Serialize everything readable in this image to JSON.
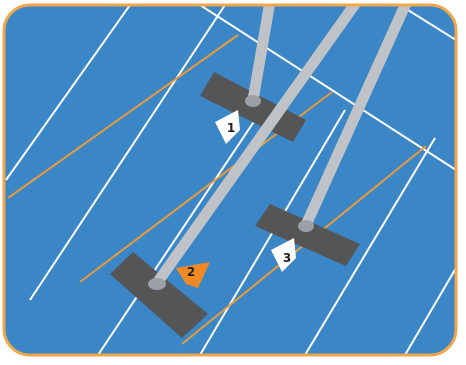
{
  "colors": {
    "field": "#3a86c6",
    "frame": "#f0a64a",
    "lane_white": "#ffffff",
    "lane_orange": "#e89a3a",
    "pad": "#555555",
    "pole": "#bfc3c7",
    "arrow_white": "#ffffff",
    "arrow_orange": "#f08a24",
    "label_text": "#222222"
  },
  "markers": [
    {
      "label": "1",
      "arrow_style": "white",
      "icon": "arrow-down-icon"
    },
    {
      "label": "2",
      "arrow_style": "orange",
      "icon": "arrow-up-right-icon"
    },
    {
      "label": "3",
      "arrow_style": "white",
      "icon": "arrow-down-icon"
    }
  ]
}
